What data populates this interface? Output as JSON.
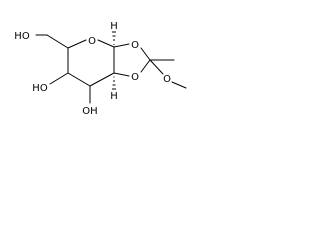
{
  "atoms": {
    "ring_o": "O",
    "dioxolane_o_top": "O",
    "dioxolane_o_bottom": "O",
    "ch2oh": "HO",
    "oh_left": "HO",
    "oh_bottom": "OH",
    "ome": "O",
    "h_anomeric": "H",
    "h_fused": "H"
  },
  "colors": {
    "ink": "#000000",
    "background": "#ffffff"
  }
}
